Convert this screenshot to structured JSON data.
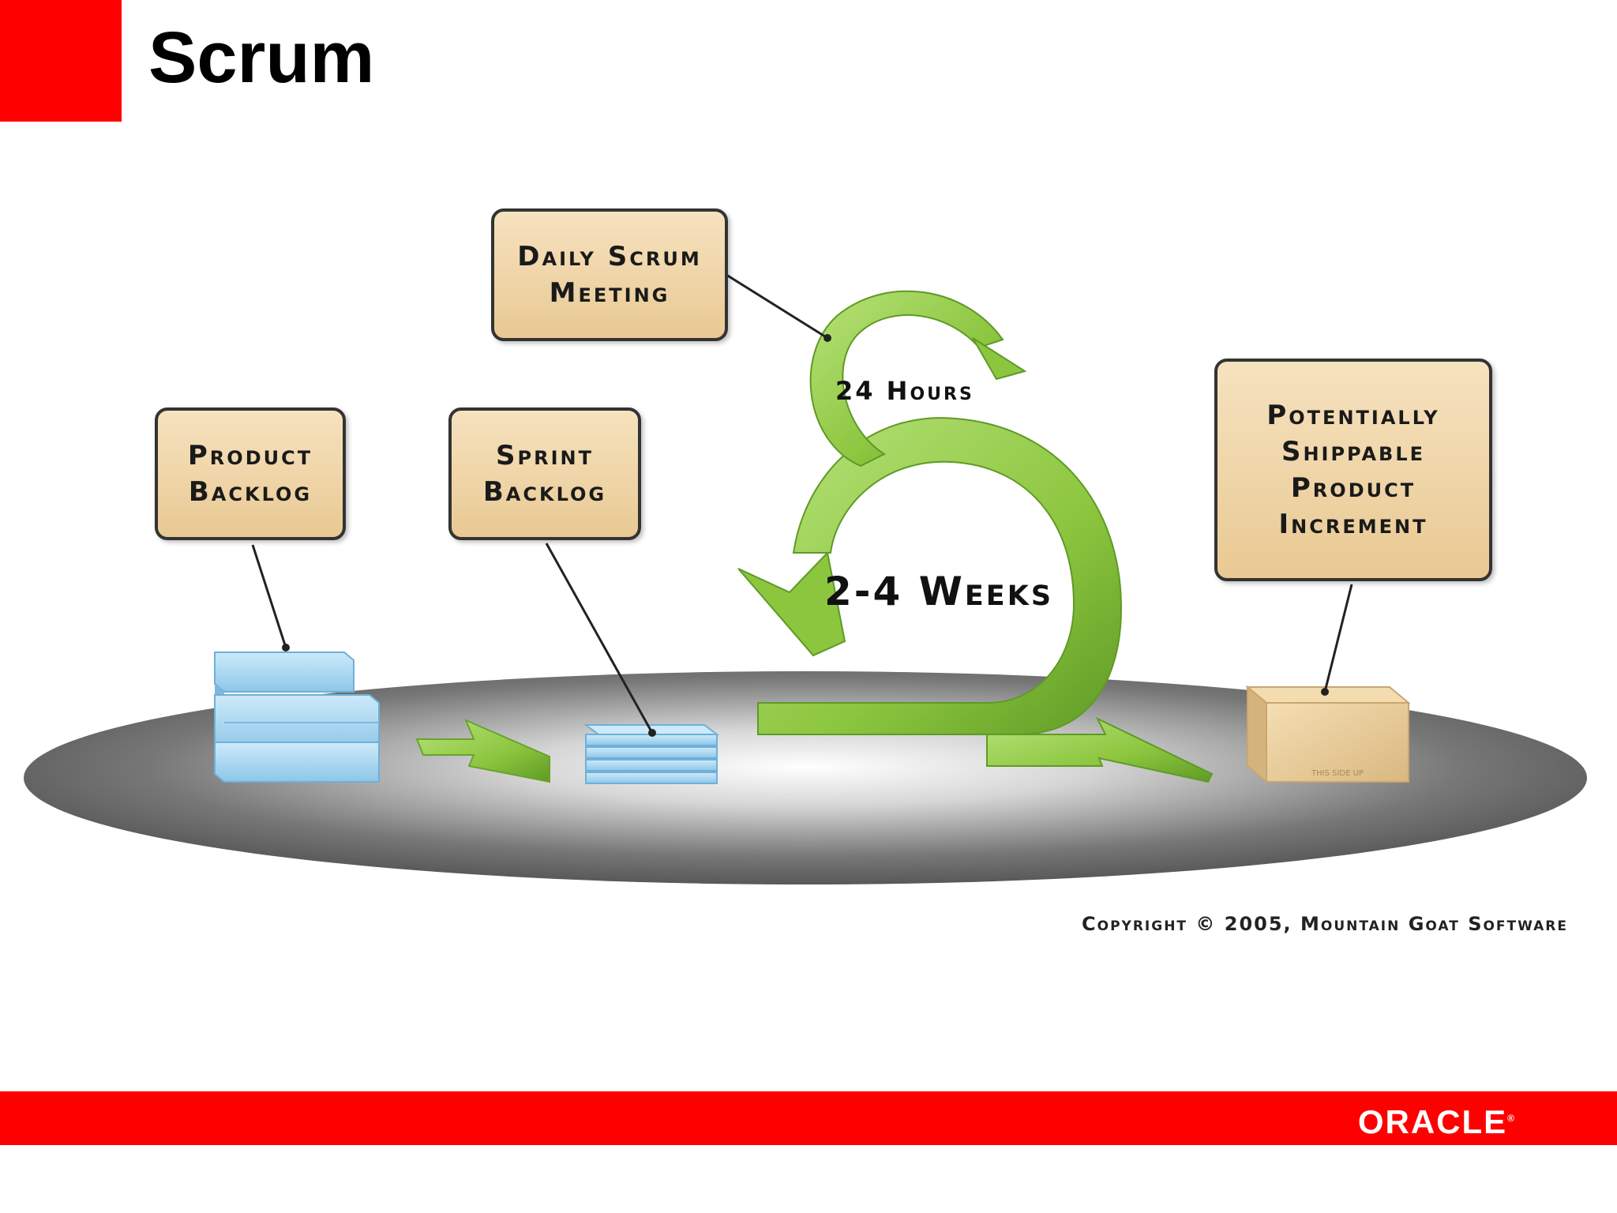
{
  "slide": {
    "title": "Scrum"
  },
  "diagram": {
    "callouts": {
      "product_backlog": [
        "Product",
        "Backlog"
      ],
      "sprint_backlog": [
        "Sprint",
        "Backlog"
      ],
      "daily_scrum": [
        "Daily Scrum",
        "Meeting"
      ],
      "increment": [
        "Potentially",
        "Shippable",
        "Product",
        "Increment"
      ]
    },
    "cycle_short_label": "24 Hours",
    "cycle_long_label": "2-4 Weeks",
    "box_marking": "THIS SIDE UP",
    "copyright": "Copyright © 2005, Mountain Goat Software"
  },
  "footer": {
    "logo": "ORACLE"
  },
  "colors": {
    "brand_red": "#ff0000",
    "arrow_green": "#8cc63f",
    "callout_fill": "#efd5a8",
    "block_blue": "#a9d6f0",
    "platform_gray": "#5e5e5e"
  }
}
